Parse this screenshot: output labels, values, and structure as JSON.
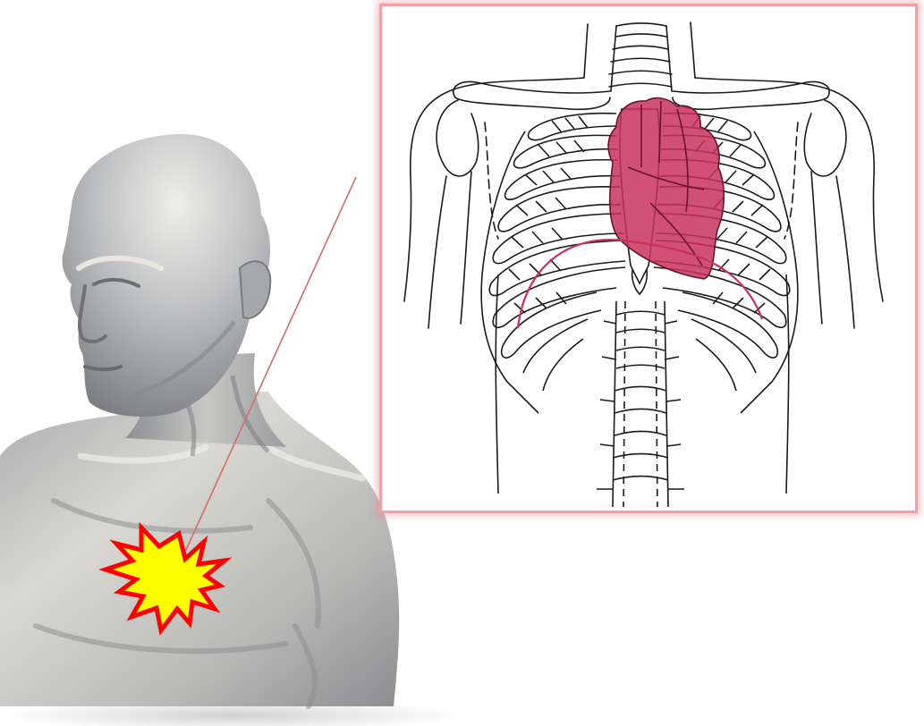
{
  "illustration": {
    "figure": "human-torso-3d-model",
    "inset": "chest-anatomy-line-drawing",
    "highlighted_organ": "heart",
    "pain_marker": "starburst-icon"
  },
  "colors": {
    "torso_base": "#b3b4b7",
    "torso_light": "#e6e4de",
    "torso_shadow": "#6e6f73",
    "starburst_fill": "#ffff00",
    "starburst_stroke": "#ff0000",
    "heart_fill": "#c8325a",
    "heart_outline": "#6a1530",
    "callout_line": "#d46a6a",
    "inset_border": "#f0a0a6",
    "drawing_ink": "#1a1a1a"
  }
}
